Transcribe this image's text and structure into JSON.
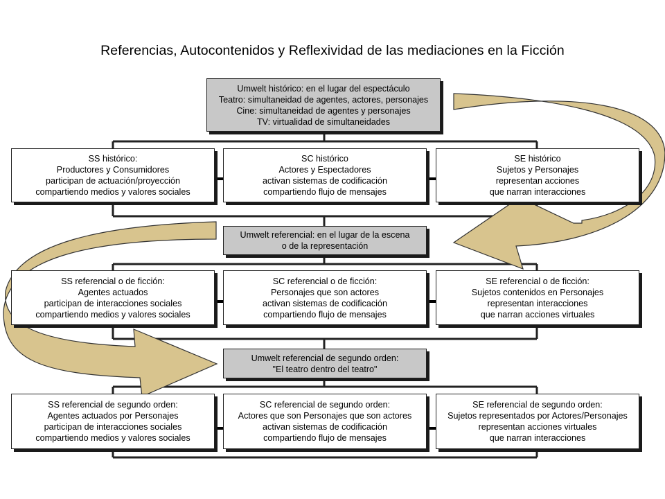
{
  "title": "Referencias, Autocontenidos y Reflexividad de las mediaciones en la Ficción",
  "colors": {
    "umwelt_fill": "#c8c8c8",
    "box_fill": "#ffffff",
    "curved_arrow_fill": "#d8c48e",
    "line": "#222222"
  },
  "umwelt_historico": {
    "lines": [
      "Umwelt histórico: en el lugar del espectáculo",
      "Teatro: simultaneidad de agentes, actores, personajes",
      "Cine: simultaneidad de agentes y personajes",
      "TV: virtualidad de simultaneidades"
    ]
  },
  "row1": {
    "ss": {
      "lines": [
        "SS histórico:",
        "Productores y Consumidores",
        "participan de actuación/proyección",
        "compartiendo medios y valores sociales"
      ]
    },
    "sc": {
      "lines": [
        "SC histórico",
        "Actores y Espectadores",
        "activan sistemas de codificación",
        "compartiendo flujo de mensajes"
      ]
    },
    "se": {
      "lines": [
        "SE histórico",
        "Sujetos y Personajes",
        "representan acciones",
        "que narran interacciones"
      ]
    }
  },
  "umwelt_referencial": {
    "lines": [
      "Umwelt referencial: en el lugar de la escena",
      "o de la representación"
    ]
  },
  "row2": {
    "ss": {
      "lines": [
        "SS referencial o de ficción:",
        "Agentes actuados",
        "participan de interacciones sociales",
        "compartiendo medios y valores sociales"
      ]
    },
    "sc": {
      "lines": [
        "SC referencial o de ficción:",
        "Personajes que son actores",
        "activan sistemas de codificación",
        "compartiendo flujo de mensajes"
      ]
    },
    "se": {
      "lines": [
        "SE referencial o de ficción:",
        "Sujetos contenidos en Personajes",
        "representan interacciones",
        "que narran acciones virtuales"
      ]
    }
  },
  "umwelt_segundo": {
    "lines": [
      "Umwelt referencial de segundo orden:",
      "\"El teatro dentro del teatro\""
    ]
  },
  "row3": {
    "ss": {
      "lines": [
        "SS referencial de segundo orden:",
        "Agentes actuados por Personajes",
        "participan de interacciones sociales",
        "compartiendo medios y valores sociales"
      ]
    },
    "sc": {
      "lines": [
        "SC referencial de segundo orden:",
        "Actores que son Personajes que son actores",
        "activan sistemas de codificación",
        "compartiendo flujo de mensajes"
      ]
    },
    "se": {
      "lines": [
        "SE referencial de segundo orden:",
        "Sujetos representados por Actores/Personajes",
        "representan acciones virtuales",
        "que narran interacciones"
      ]
    }
  }
}
